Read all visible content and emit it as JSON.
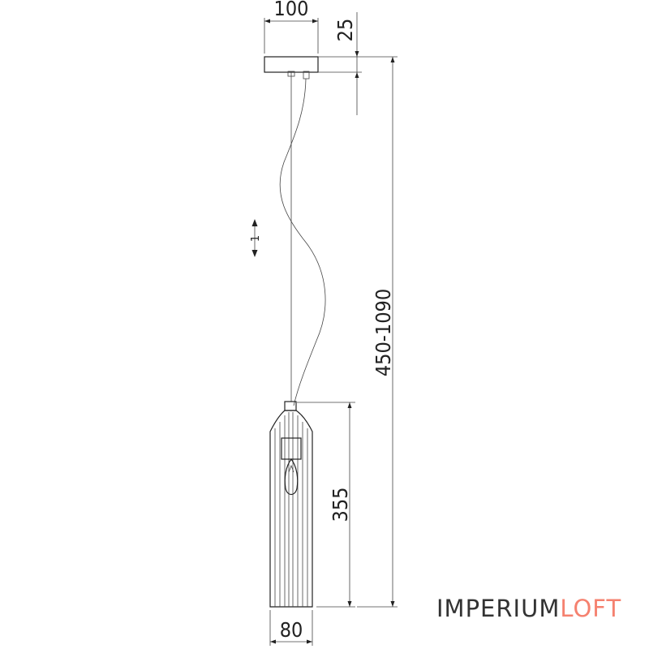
{
  "dimensions": {
    "canopy_width": "100",
    "canopy_height": "25",
    "total_height": "450-1090",
    "shade_height": "355",
    "shade_width": "80",
    "adjust_marker": "1"
  },
  "brand": {
    "part1": "IMPERIUM",
    "part2": "LOFT",
    "color_primary": "#333333",
    "color_accent": "#f5816f"
  }
}
